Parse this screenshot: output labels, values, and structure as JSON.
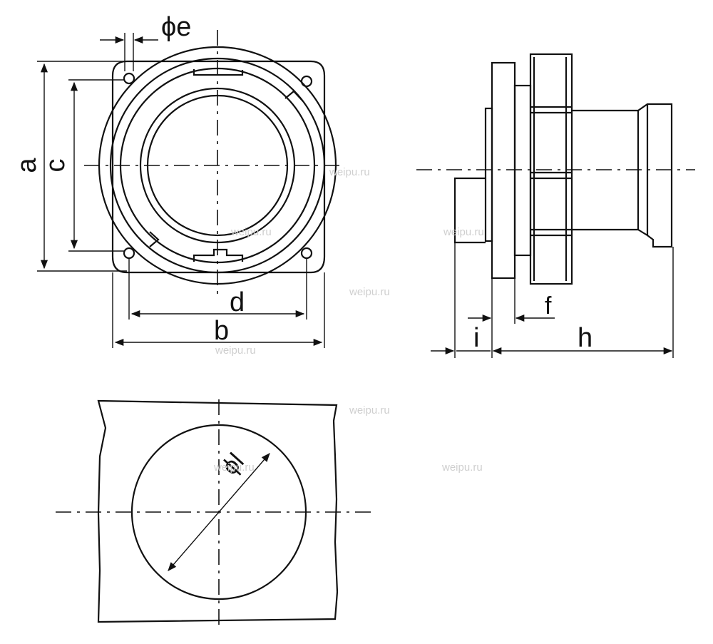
{
  "labels": {
    "a": "a",
    "c": "c",
    "phi_e": "ϕe",
    "d": "d",
    "b": "b",
    "f": "f",
    "i": "i",
    "h": "h",
    "phi_l": "ϕl"
  },
  "watermark": "weipu.ru"
}
